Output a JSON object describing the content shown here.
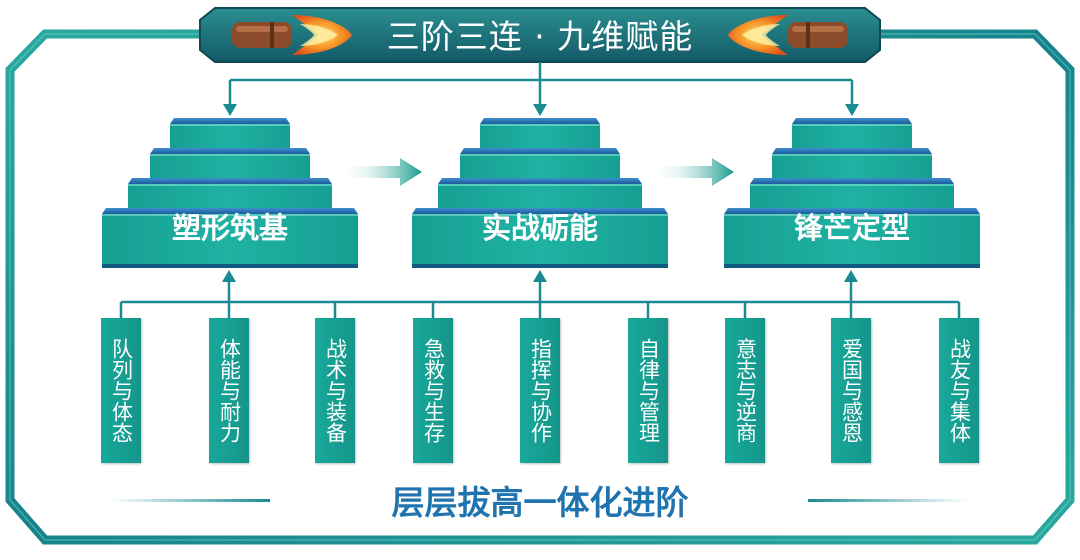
{
  "title": "三阶三连 · 九维赋能",
  "stages": [
    {
      "label": "塑形筑基"
    },
    {
      "label": "实战砺能"
    },
    {
      "label": "锋芒定型"
    }
  ],
  "dimensions": [
    {
      "label": "队列与体态"
    },
    {
      "label": "体能与耐力"
    },
    {
      "label": "战术与装备"
    },
    {
      "label": "急救与生存"
    },
    {
      "label": "指挥与协作"
    },
    {
      "label": "自律与管理"
    },
    {
      "label": "意志与逆商"
    },
    {
      "label": "爱国与感恩"
    },
    {
      "label": "战友与集体"
    }
  ],
  "footer": "层层拔高一体化进阶",
  "colors": {
    "frame": "#1a8a93",
    "frame_light": "#2bb3a6",
    "pyramid": "#1aa79a",
    "pyramid_top": "#55d7c6",
    "pyramid_shadow": "#1b5f8f",
    "title_banner": "#1b6f7a",
    "footer_text": "#1f73ae",
    "flame": "#f07a1a",
    "shell": "#8a4a2a"
  },
  "icons": [
    "bullet-flame-icon-left",
    "bullet-flame-icon-right",
    "arrow-right-icon",
    "arrow-down-icon",
    "arrow-up-icon"
  ]
}
